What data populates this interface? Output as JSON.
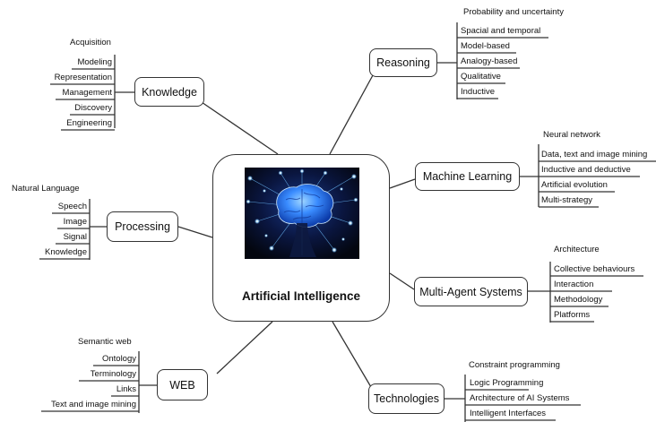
{
  "center": {
    "title": "Artificial Intelligence",
    "image": "brain-network-icon"
  },
  "branches": {
    "knowledge": {
      "label": "Knowledge",
      "heading": "Acquisition",
      "items": [
        "Modeling",
        "Representation",
        "Management",
        "Discovery",
        "Engineering"
      ]
    },
    "processing": {
      "label": "Processing",
      "heading": "Natural Language",
      "items": [
        "Speech",
        "Image",
        "Signal",
        "Knowledge"
      ]
    },
    "web": {
      "label": "WEB",
      "heading": "Semantic web",
      "items": [
        "Ontology",
        "Terminology",
        "Links",
        "Text and image mining"
      ]
    },
    "reasoning": {
      "label": "Reasoning",
      "heading": "Probability and uncertainty",
      "items": [
        "Spacial and temporal",
        "Model-based",
        "Analogy-based",
        "Qualitative",
        "Inductive"
      ]
    },
    "machine_learning": {
      "label": "Machine Learning",
      "heading": "Neural network",
      "items": [
        "Data, text and image mining",
        "Inductive and deductive",
        "Artificial evolution",
        "Multi-strategy"
      ]
    },
    "multi_agent": {
      "label": "Multi-Agent Systems",
      "heading": "Architecture",
      "items": [
        "Collective behaviours",
        "Interaction",
        "Methodology",
        "Platforms"
      ]
    },
    "technologies": {
      "label": "Technologies",
      "heading": "Constraint programming",
      "items": [
        "Logic Programming",
        "Architecture of AI Systems",
        "Intelligent Interfaces"
      ]
    }
  },
  "colors": {
    "line": "#333333",
    "brain_bg": "#050a1a",
    "brain_glow": "#3aa0ff"
  }
}
